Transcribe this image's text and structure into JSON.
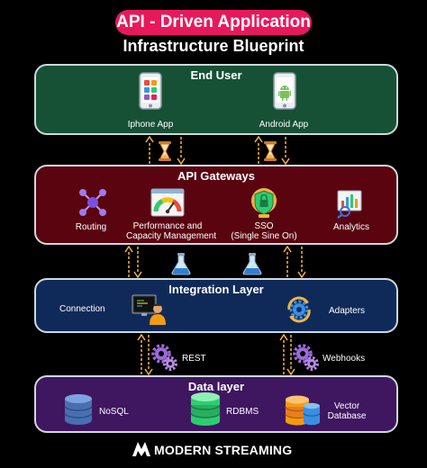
{
  "header": {
    "title": "API - Driven Application",
    "subtitle": "Infrastructure Blueprint"
  },
  "end_user": {
    "title": "End User",
    "iphone_label": "Iphone App",
    "android_label": "Android App"
  },
  "gateways": {
    "title": "API Gateways",
    "routing": "Routing",
    "performance_line1": "Performance and",
    "performance_line2": "Capacity Management",
    "sso_line1": "SSO",
    "sso_line2": "(Single Sine On)",
    "analytics": "Analytics"
  },
  "integration": {
    "title": "Integration Layer",
    "connection": "Connection",
    "adapters": "Adapters"
  },
  "links": {
    "rest": "REST",
    "webhooks": "Webhooks"
  },
  "data_layer": {
    "title": "Data layer",
    "nosql": "NoSQL",
    "rdbms": "RDBMS",
    "vector_line1": "Vector",
    "vector_line2": "Database"
  },
  "footer": {
    "brand": "MODERN STREAMING"
  },
  "colors": {
    "title_pill": "#e8185c",
    "end_user_bg": "#165135",
    "gateways_bg": "#5a0410",
    "integration_bg": "#0f2a59",
    "data_layer_bg": "#3f1660",
    "arrow": "#f5b342"
  }
}
